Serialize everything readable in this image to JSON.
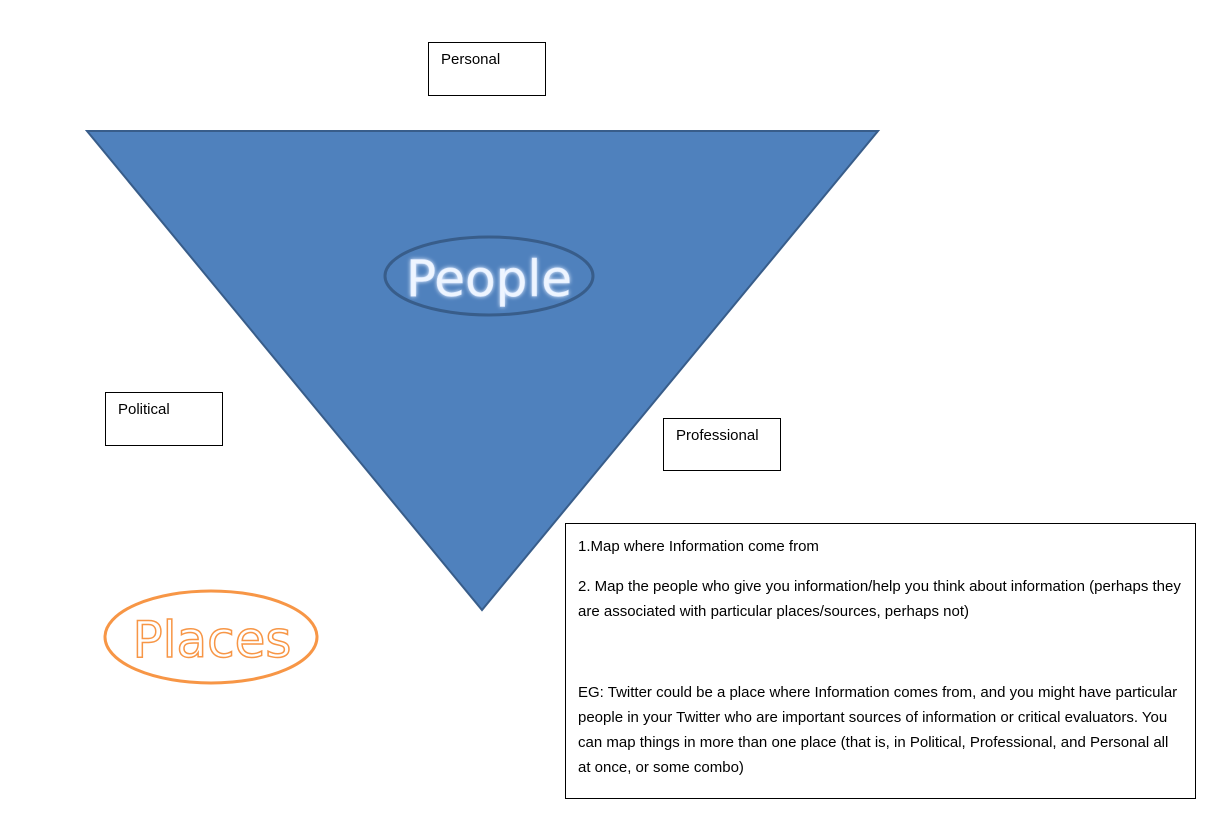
{
  "labels": {
    "personal": "Personal",
    "political": "Political",
    "professional": "Professional"
  },
  "shapes": {
    "people": "People",
    "places": "Places"
  },
  "instructions": {
    "line1": "1.Map where Information come from",
    "line2": "2.  Map the people who give you information/help you think about information (perhaps they are associated with particular places/sources, perhaps not)",
    "example": "EG:  Twitter could be a place where Information comes from, and you might have particular people in your Twitter who are important sources of information or critical evaluators.  You can map things in more than one place (that is, in Political, Professional, and Personal all at once, or some combo)"
  },
  "colors": {
    "triangle_fill": "#4f81bd",
    "triangle_stroke": "#385d8a",
    "places_orange": "#f79646"
  }
}
